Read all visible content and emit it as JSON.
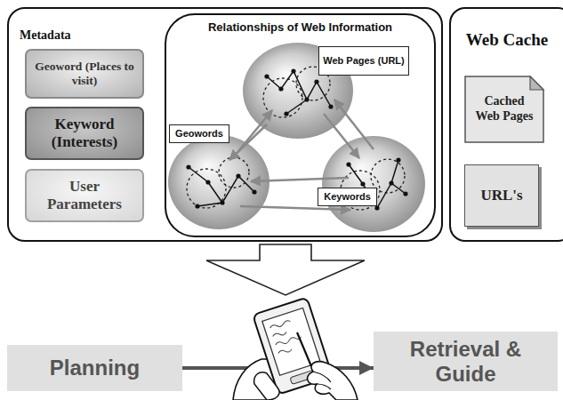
{
  "diagram": {
    "nodes": [
      {
        "text": [
          "Metadata"
        ]
      },
      {
        "text": [
          "Geoword (Places to visit)"
        ],
        "in": 0
      },
      {
        "text": [
          "Keyword (Interests)"
        ],
        "in": 0
      },
      {
        "text": [
          "User Parameters"
        ],
        "in": 0
      },
      {
        "text": [
          "Relationships of Web Information"
        ],
        "in": 0
      },
      {
        "text": [
          "Web Pages (URL)"
        ],
        "in": 4
      },
      {
        "text": [
          "Geowords"
        ],
        "in": 4
      },
      {
        "text": [
          "Keywords"
        ],
        "in": 4
      },
      {
        "text": [
          "Web Cache"
        ]
      },
      {
        "text": [
          "Cached Web Pages"
        ],
        "in": 8
      },
      {
        "text": [
          "URL's"
        ],
        "in": 8
      },
      {
        "text": [
          "Planning"
        ]
      },
      {
        "text": [
          "Retrieval & Guide"
        ]
      }
    ],
    "edges": [
      {
        "from": 11,
        "to": 12,
        "arrow": "to"
      }
    ]
  }
}
